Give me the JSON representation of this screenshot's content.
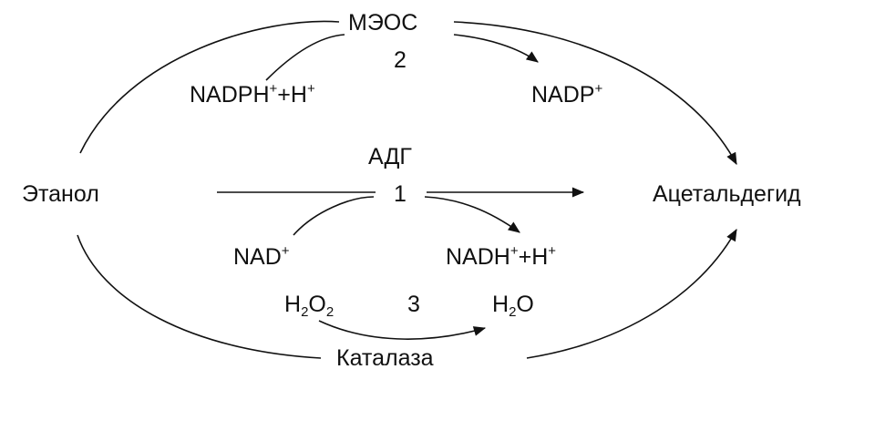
{
  "diagram": {
    "substrate": "Этанол",
    "product": "Ацетальдегид",
    "pathway_adh": {
      "enzyme": "АДГ",
      "number": "1",
      "cofactor_in": {
        "base": "NAD",
        "sup": "+"
      },
      "cofactor_out": {
        "p1": "NADH",
        "sup1": "+",
        "p2": "+H",
        "sup2": "+"
      }
    },
    "pathway_meos": {
      "enzyme": "МЭОС",
      "number": "2",
      "cofactor_in": {
        "p1": "NADPH",
        "sup1": "+",
        "p2": "+H",
        "sup2": "+"
      },
      "cofactor_out": {
        "base": "NADP",
        "sup": "+"
      }
    },
    "pathway_catalase": {
      "enzyme": "Каталаза",
      "number": "3",
      "reactant": {
        "p1": "H",
        "sub1": "2",
        "p2": "O",
        "sub2": "2"
      },
      "product": {
        "p1": "H",
        "sub1": "2",
        "p2": "O"
      }
    },
    "line_color": "#111111"
  }
}
